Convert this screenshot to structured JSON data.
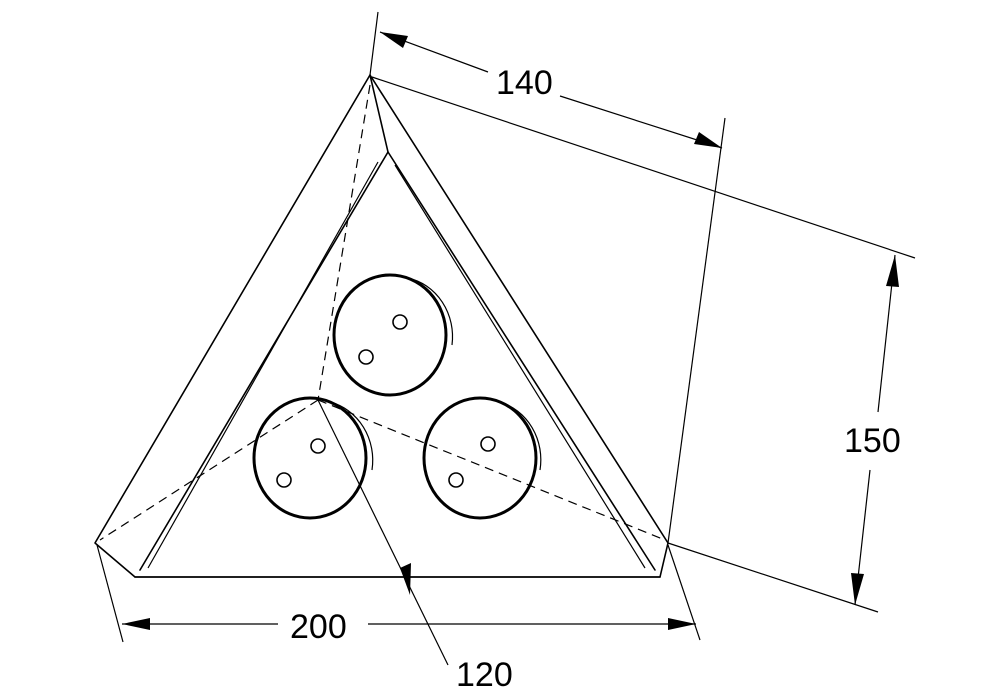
{
  "dimensions": {
    "top_edge": "140",
    "right_height": "150",
    "bottom_width": "200",
    "depth": "120"
  }
}
